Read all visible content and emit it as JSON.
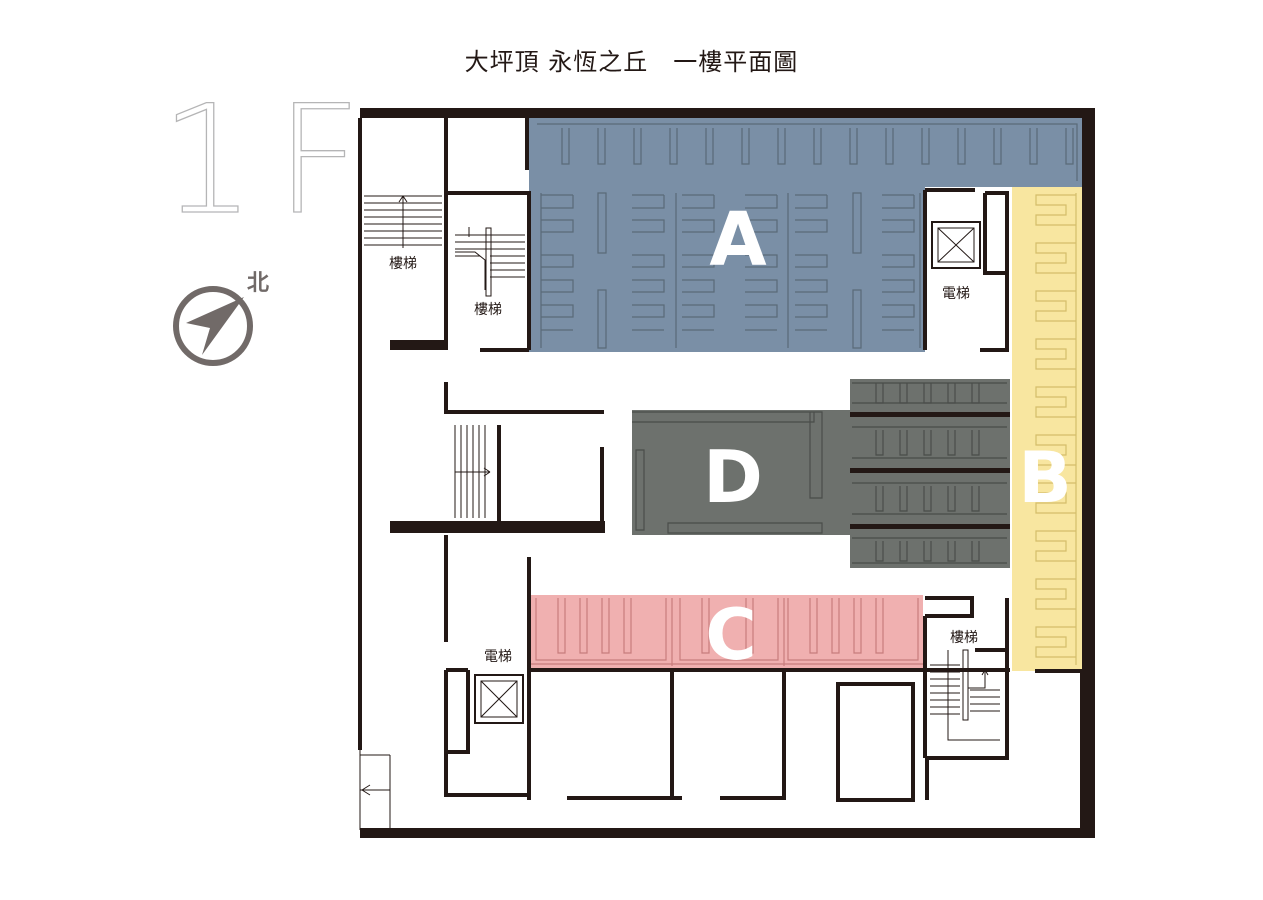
{
  "title": "大坪頂 永恆之丘　一樓平面圖",
  "floor_label": "1F",
  "compass": {
    "label": "北",
    "icon": "compass-arrow-icon"
  },
  "zones": [
    {
      "id": "A",
      "label": "A",
      "color": "#7a8fa6"
    },
    {
      "id": "B",
      "label": "B",
      "color": "#f8e6a0"
    },
    {
      "id": "C",
      "label": "C",
      "color": "#f0b0b0"
    },
    {
      "id": "D",
      "label": "D",
      "color": "#6d716d"
    }
  ],
  "facilities": [
    {
      "id": "stair-nw",
      "label": "樓梯",
      "icon": "staircase-icon"
    },
    {
      "id": "stair-n",
      "label": "樓梯",
      "icon": "staircase-icon"
    },
    {
      "id": "elevator-ne",
      "label": "電梯",
      "icon": "elevator-icon"
    },
    {
      "id": "stair-se",
      "label": "樓梯",
      "icon": "staircase-icon"
    },
    {
      "id": "elevator-sw",
      "label": "電梯",
      "icon": "elevator-icon"
    }
  ],
  "colors": {
    "wall": "#231815",
    "line": "#231815",
    "floor_label": "#b5b5b6",
    "compass": "#716a68"
  }
}
